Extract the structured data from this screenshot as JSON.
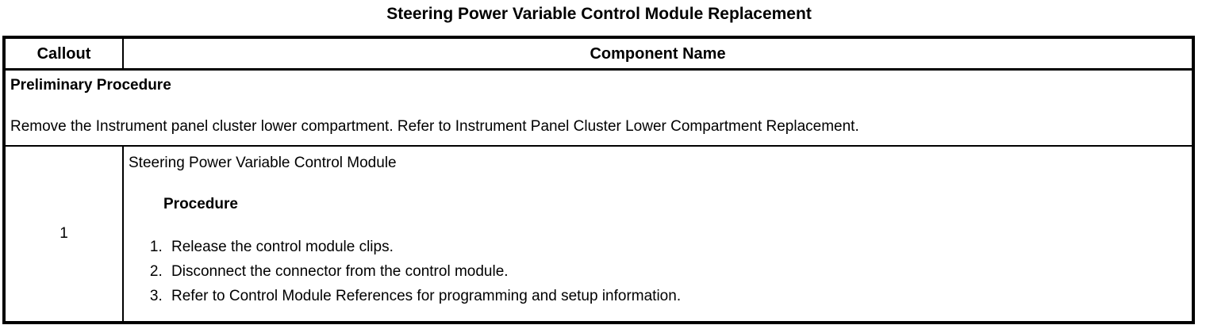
{
  "page": {
    "title": "Steering Power Variable Control Module Replacement"
  },
  "table": {
    "headers": {
      "callout": "Callout",
      "component": "Component Name"
    },
    "preliminary": {
      "heading": "Preliminary Procedure",
      "text": "Remove the Instrument panel cluster lower compartment. Refer to Instrument Panel Cluster Lower Compartment Replacement."
    },
    "rows": [
      {
        "callout": "1",
        "component": "Steering Power Variable Control Module",
        "procedure_heading": "Procedure",
        "steps": [
          "Release the control module clips.",
          "Disconnect the connector from the control module.",
          "Refer to Control Module References for programming and setup information."
        ]
      }
    ]
  }
}
